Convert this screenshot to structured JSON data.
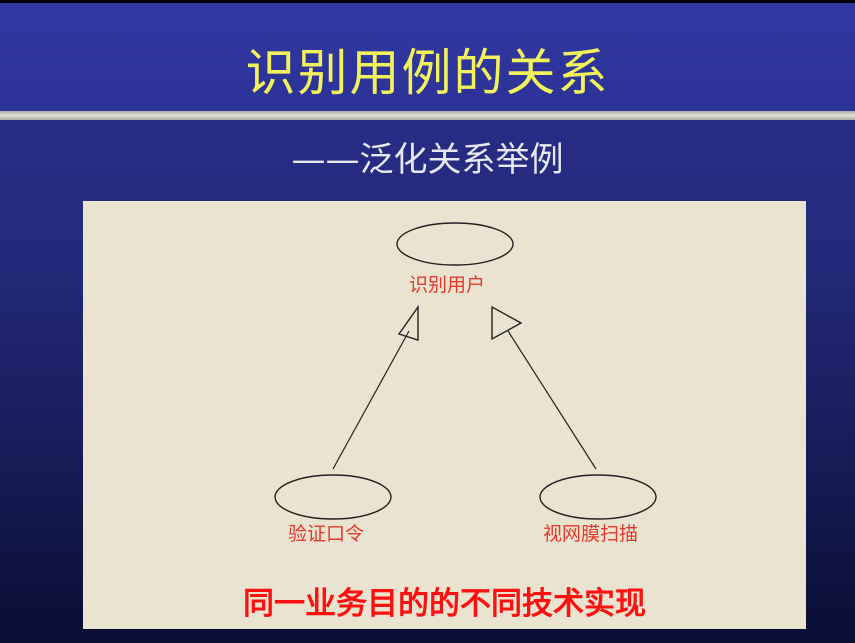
{
  "slide": {
    "title": "识别用例的关系",
    "subtitle": "——泛化关系举例"
  },
  "diagram": {
    "parent_usecase": "识别用户",
    "child_usecase_left": "验证口令",
    "child_usecase_right": "视网膜扫描",
    "relationship": "generalization",
    "caption": "同一业务目的的不同技术实现"
  },
  "colors": {
    "title_text": "#f2f25a",
    "subtitle_text": "#e8e8f0",
    "panel_bg": "#e9e3cf",
    "label_text": "#e23a2e",
    "caption_text": "#ff1010"
  }
}
